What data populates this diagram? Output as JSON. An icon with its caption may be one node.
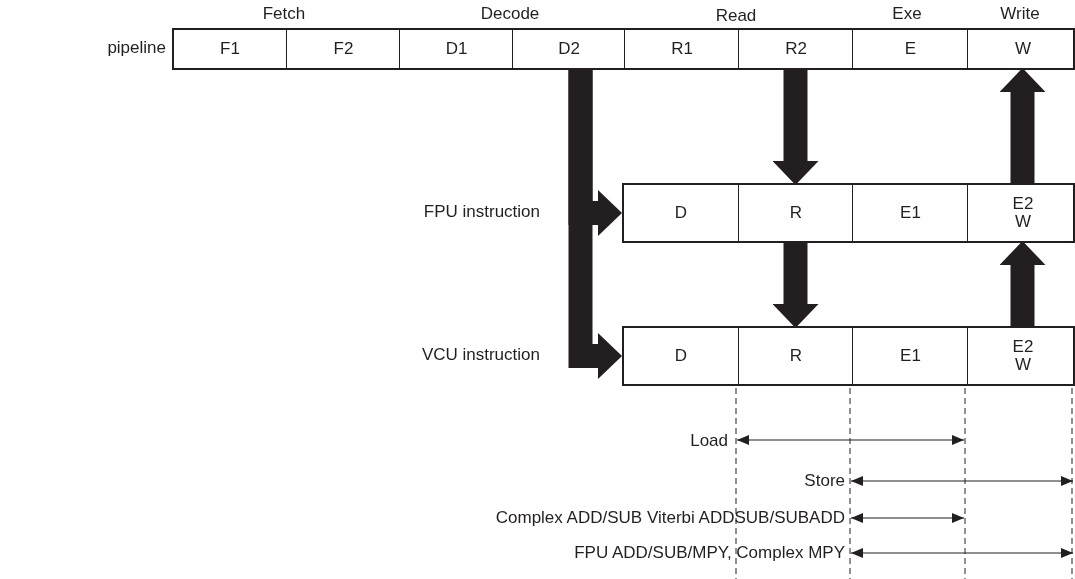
{
  "diagram": {
    "nodes": [
      {
        "text": [
          "pipeline"
        ]
      },
      {
        "text": [
          "F1"
        ],
        "in": 0
      },
      {
        "text": [
          "F2"
        ],
        "in": 0
      },
      {
        "text": [
          "D1"
        ],
        "in": 0
      },
      {
        "text": [
          "D2"
        ],
        "in": 0
      },
      {
        "text": [
          "R1"
        ],
        "in": 0
      },
      {
        "text": [
          "R2"
        ],
        "in": 0
      },
      {
        "text": [
          "E"
        ],
        "in": 0
      },
      {
        "text": [
          "W"
        ],
        "in": 0
      },
      {
        "text": [
          "FPU instruction"
        ]
      },
      {
        "text": [
          "D"
        ],
        "in": 9
      },
      {
        "text": [
          "R"
        ],
        "in": 9
      },
      {
        "text": [
          "E1"
        ],
        "in": 9
      },
      {
        "text": [
          "E2",
          "W"
        ],
        "in": 9
      },
      {
        "text": [
          "VCU instruction"
        ]
      },
      {
        "text": [
          "D"
        ],
        "in": 14
      },
      {
        "text": [
          "R"
        ],
        "in": 14
      },
      {
        "text": [
          "E1"
        ],
        "in": 14
      },
      {
        "text": [
          "E2",
          "W"
        ],
        "in": 14
      }
    ],
    "edges": [
      {
        "from": 4,
        "to": 9,
        "arrow": "to"
      },
      {
        "from": 4,
        "to": 14,
        "arrow": "to"
      },
      {
        "from": 6,
        "to": 11,
        "arrow": "to"
      },
      {
        "from": 11,
        "to": 16,
        "arrow": "to"
      },
      {
        "from": 13,
        "to": 8,
        "arrow": "to"
      },
      {
        "from": 18,
        "to": 13,
        "arrow": "to"
      }
    ],
    "labels": [
      "Fetch",
      "Decode",
      "Read",
      "Exe",
      "Write",
      "Load",
      "Store",
      "Complex ADD/SUB Viterbi ADDSUB/SUBADD",
      "FPU ADD/SUB/MPY, Complex MPY"
    ]
  }
}
